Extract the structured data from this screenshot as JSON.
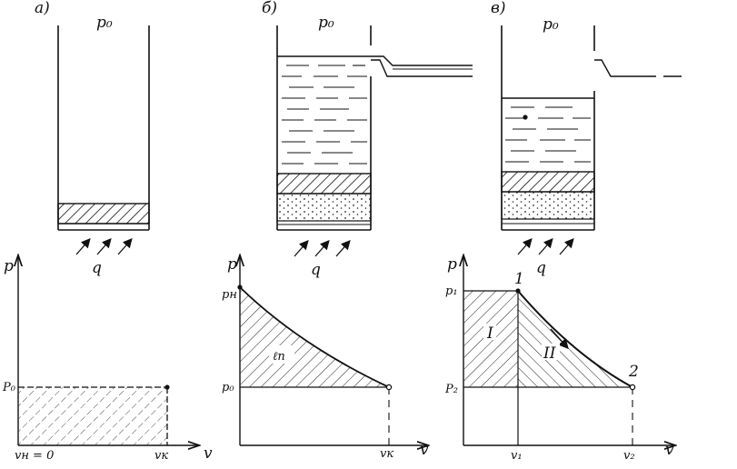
{
  "panel_labels": {
    "a": "а)",
    "b": "б)",
    "c": "в)"
  },
  "vessel_pressure": {
    "a": "p₀",
    "b": "p₀",
    "c": "p₀"
  },
  "heat_label": {
    "a": "q",
    "b": "q",
    "c": "q"
  },
  "graph_a": {
    "y_axis": "p",
    "x_axis": "v",
    "p_level": "P₀",
    "x_start": "vн = 0",
    "x_end": "vк"
  },
  "graph_b": {
    "y_axis": "p",
    "x_axis": "v",
    "p_top": "pн",
    "p_bottom": "p₀",
    "region": "ℓп",
    "x_end": "vк"
  },
  "graph_c": {
    "y_axis": "p",
    "x_axis": "v",
    "p1": "p₁",
    "p2": "P₂",
    "point1": "1",
    "point2": "2",
    "region1": "I",
    "region2": "II",
    "v1": "v₁",
    "v2": "v₂"
  },
  "colors": {
    "ink": "#111111",
    "background": "#ffffff"
  }
}
